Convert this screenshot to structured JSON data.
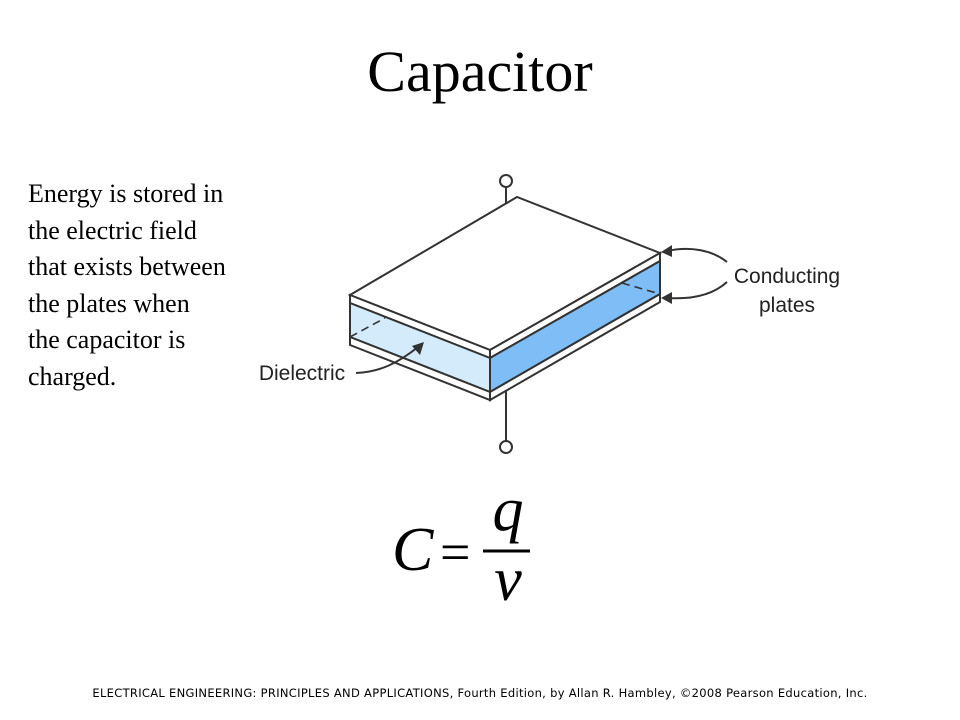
{
  "slide": {
    "title": "Capacitor",
    "body_lines": [
      "Energy is stored in",
      "the electric field",
      "that exists between",
      "the plates when",
      "the capacitor is",
      "charged."
    ],
    "footer": "ELECTRICAL ENGINEERING: PRINCIPLES AND APPLICATIONS, Fourth Edition, by Allan R. Hambley, ©2008 Pearson Education, Inc."
  },
  "diagram": {
    "label_conducting_line1": "Conducting",
    "label_conducting_line2": "plates",
    "label_dielectric": "Dielectric",
    "colors": {
      "dielectric_fill": "#d4ebfb",
      "side_fill": "#7fbdf6",
      "outline": "#333333"
    }
  },
  "formula": {
    "lhs": "C",
    "equals": "=",
    "numerator": "q",
    "denominator": "v"
  }
}
